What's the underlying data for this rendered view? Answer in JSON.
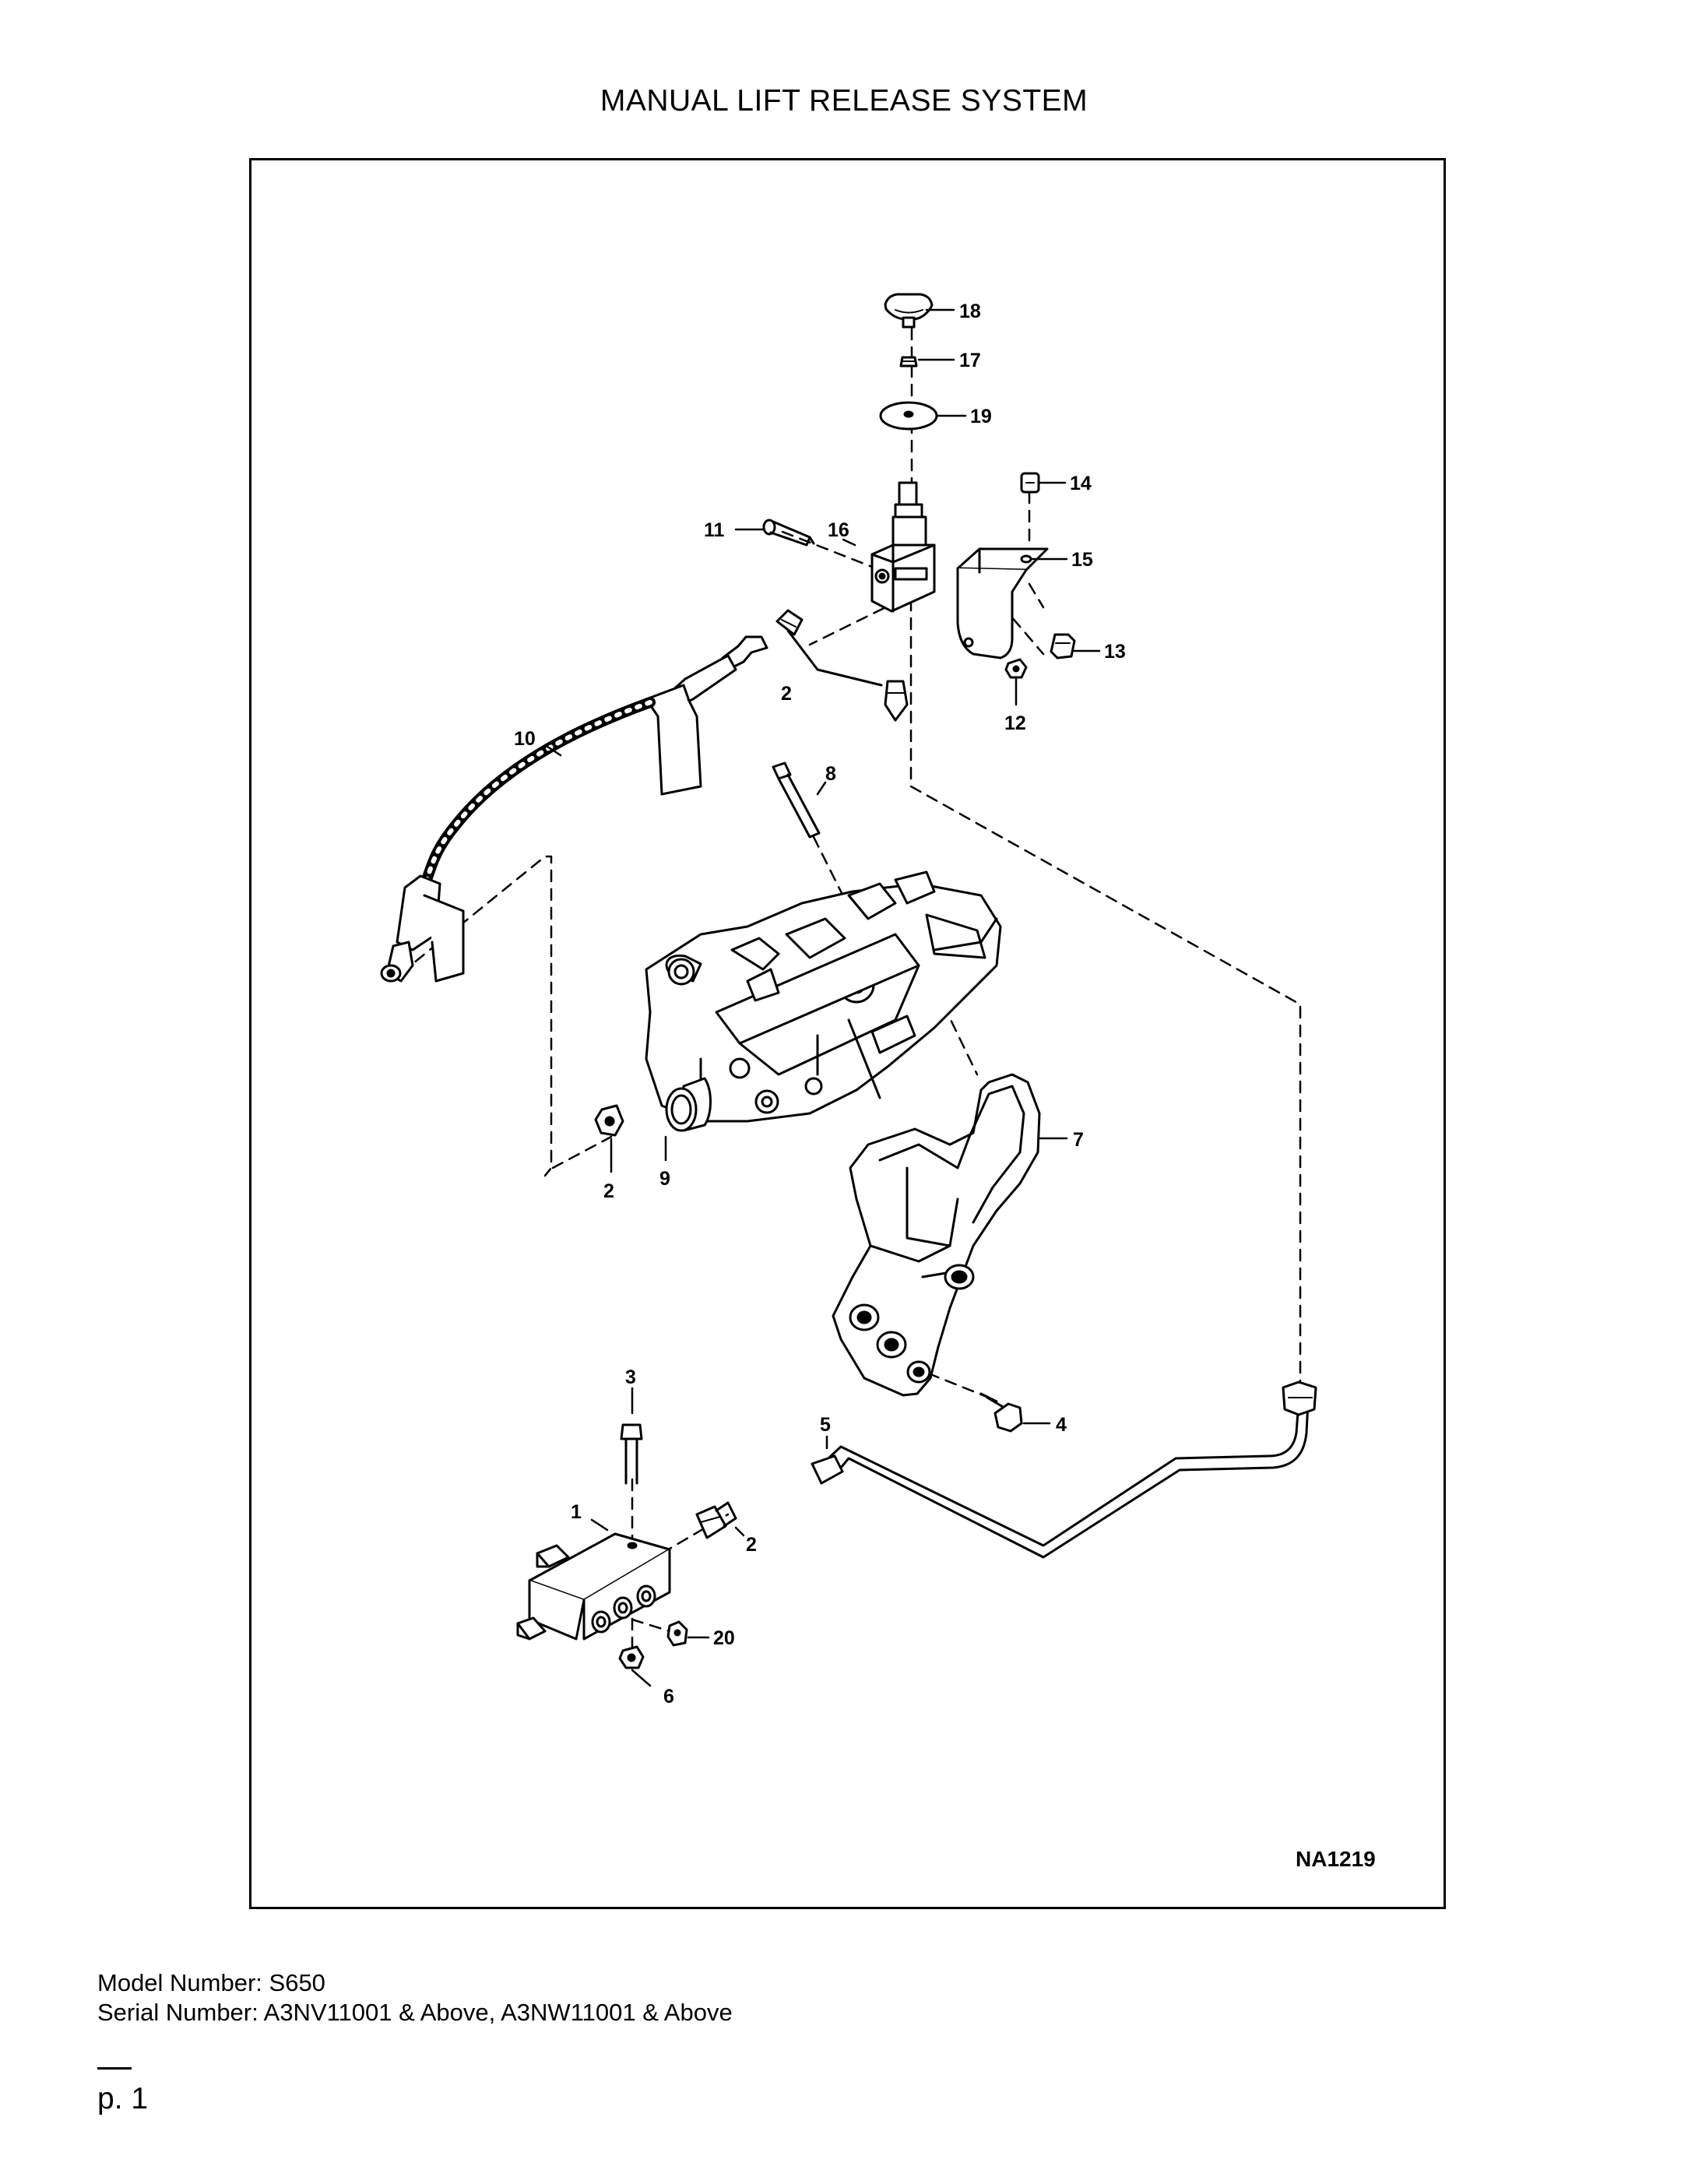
{
  "title": "MANUAL LIFT RELEASE SYSTEM",
  "drawing_code": "NA1219",
  "callouts": {
    "c1": "1",
    "c2a": "2",
    "c2b": "2",
    "c2c": "2",
    "c3": "3",
    "c4": "4",
    "c5": "5",
    "c6": "6",
    "c7": "7",
    "c8": "8",
    "c9": "9",
    "c10": "10",
    "c11": "11",
    "c12": "12",
    "c13": "13",
    "c14": "14",
    "c15": "15",
    "c16": "16",
    "c17": "17",
    "c18": "18",
    "c19": "19",
    "c20": "20"
  },
  "footer": {
    "model": "Model Number: S650",
    "serial": "Serial Number: A3NV11001 & Above, A3NW11001 & Above",
    "page": "p. 1"
  }
}
